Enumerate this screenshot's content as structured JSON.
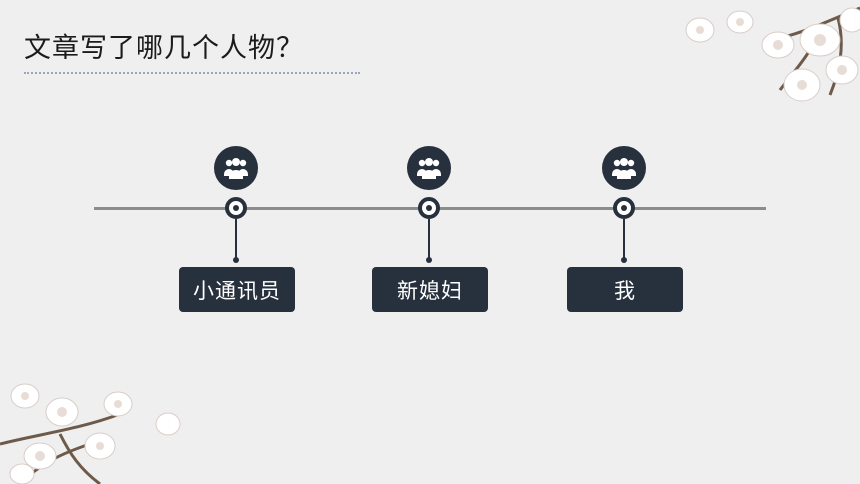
{
  "slide": {
    "title": "文章写了哪几个人物？"
  },
  "timeline": {
    "items": [
      {
        "label": "小通讯员",
        "icon": "people-group-icon"
      },
      {
        "label": "新媳妇",
        "icon": "people-group-icon"
      },
      {
        "label": "我",
        "icon": "people-group-icon"
      }
    ]
  },
  "colors": {
    "background": "#efefef",
    "accent_dark": "#27303d",
    "line": "#8c8c8c",
    "underline": "#9aa6bd"
  }
}
